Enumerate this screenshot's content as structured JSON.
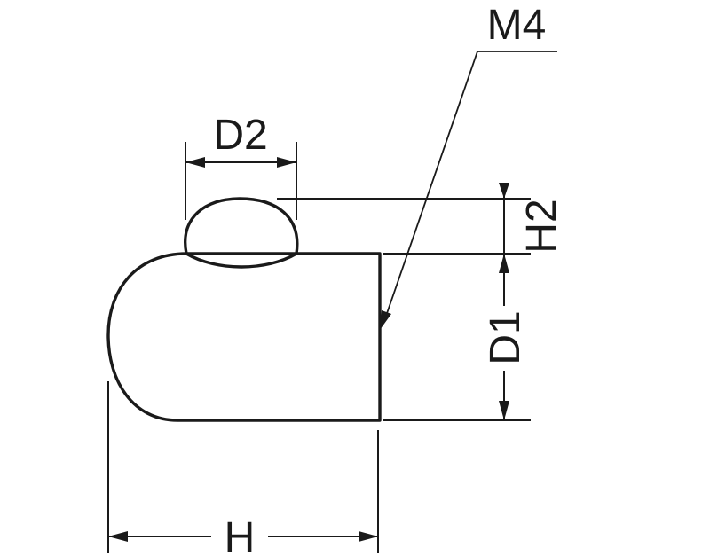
{
  "diagram": {
    "labels": {
      "thread": "M4",
      "cap_diameter": "D2",
      "cap_height": "H2",
      "body_diameter": "D1",
      "overall_height": "H"
    },
    "colors": {
      "line": "#1a1a1a",
      "background": "#ffffff"
    }
  }
}
